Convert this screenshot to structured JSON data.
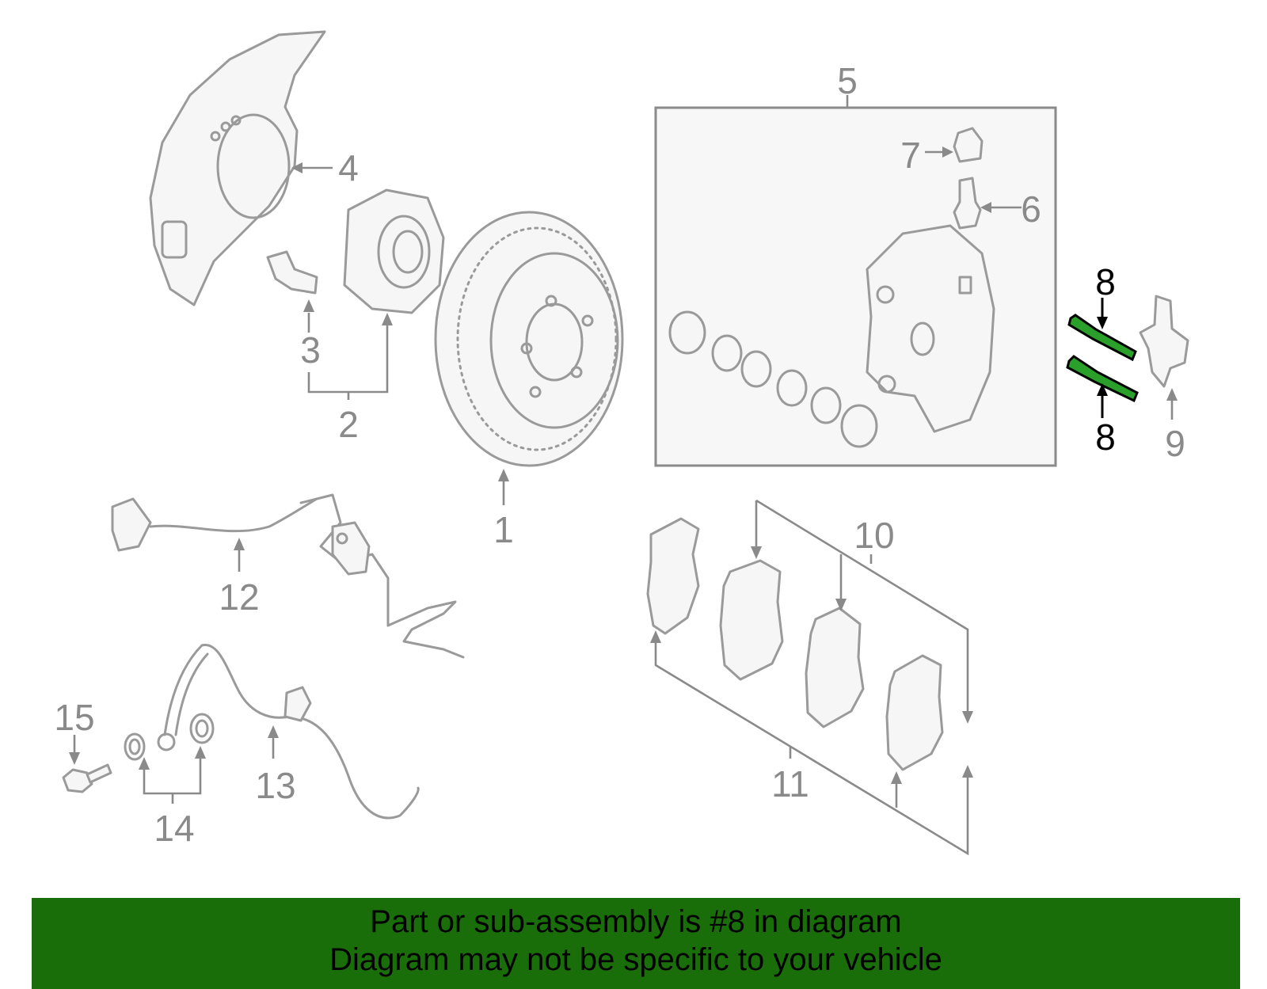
{
  "diagram": {
    "callouts": {
      "c1": "1",
      "c2": "2",
      "c3": "3",
      "c4": "4",
      "c5": "5",
      "c6": "6",
      "c7": "7",
      "c8a": "8",
      "c8b": "8",
      "c9": "9",
      "c10": "10",
      "c11": "11",
      "c12": "12",
      "c13": "13",
      "c14": "14",
      "c15": "15"
    },
    "highlight_color": "#2aa02a"
  },
  "banner": {
    "line1": "Part or sub-assembly is #8 in diagram",
    "line2": "Diagram may not be specific to your vehicle",
    "color": "#1a6e0a"
  }
}
